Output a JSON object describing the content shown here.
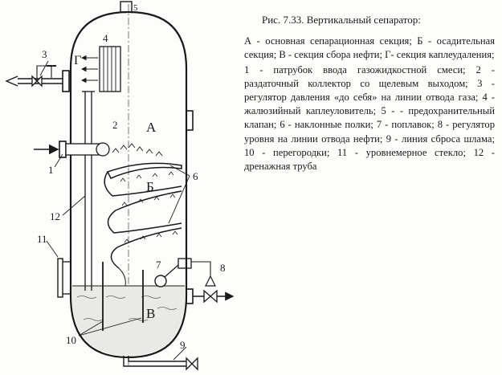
{
  "figure": {
    "title": "Рис. 7.33. Вертикальный сепаратор:",
    "sections_legend": "А - основная сепарационная секция; Б - осадительная секция; В - секция сбора нефти; Г- секция каплеудаления;",
    "parts_legend": "1 - патрубок ввода газожидкостной смеси; 2 - раздаточный коллектор со щелевым выходом; 3 - регулятор давления «до себя» на линии отвода газа; 4 - жалюзийный каплеуловитель; 5 - - предохранительный клапан; 6 - наклонные полки; 7 - поплавок; 8 - регулятор уровня на линии отвода нефти; 9 - линия сброса шлама; 10 - перегородки; 11 - уровнемерное стекло; 12 - дренажная труба"
  },
  "diagram_labels": {
    "section_a": "А",
    "section_b": "Б",
    "section_v": "В",
    "section_g": "Г",
    "n1": "1",
    "n2": "2",
    "n3": "3",
    "n4": "4",
    "n5": "5",
    "n6": "6",
    "n7": "7",
    "n8": "8",
    "n9": "9",
    "n10": "10",
    "n11": "11",
    "n12": "12"
  }
}
